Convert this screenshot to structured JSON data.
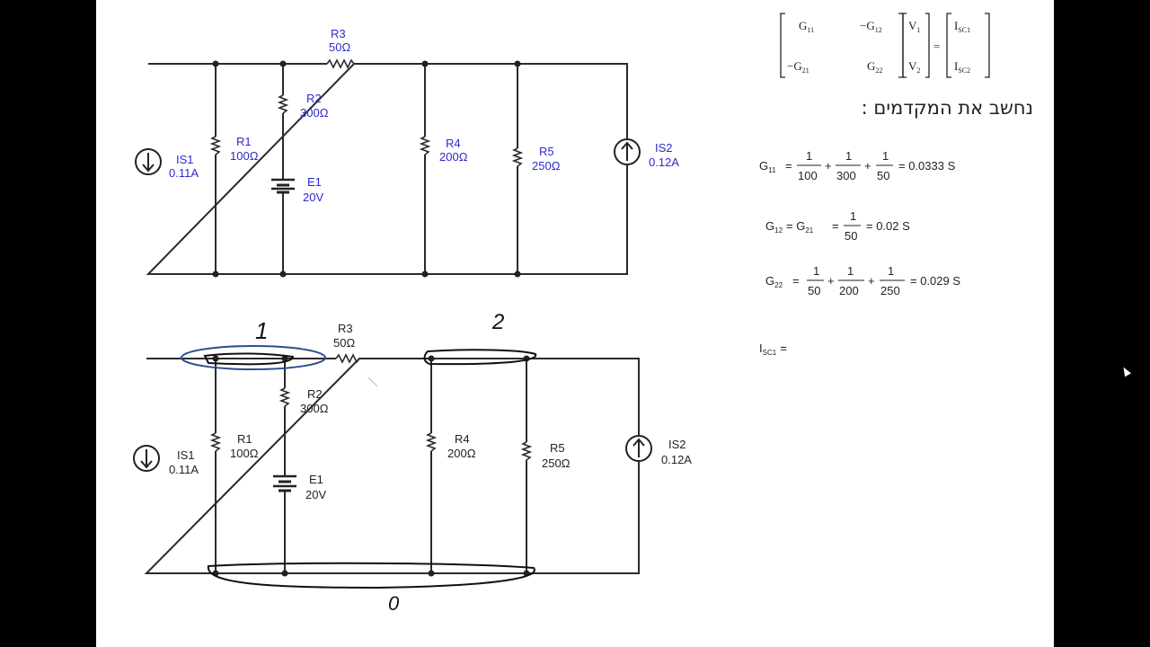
{
  "heading": "נחשב את המקדמים :",
  "circuit_top": {
    "r3": {
      "name": "R3",
      "value": "50Ω"
    },
    "r2": {
      "name": "R2",
      "value": "300Ω"
    },
    "r1": {
      "name": "R1",
      "value": "100Ω"
    },
    "r4": {
      "name": "R4",
      "value": "200Ω"
    },
    "r5": {
      "name": "R5",
      "value": "250Ω"
    },
    "is1": {
      "name": "IS1",
      "value": "0.11A"
    },
    "is2": {
      "name": "IS2",
      "value": "0.12A"
    },
    "e1": {
      "name": "E1",
      "value": "20V"
    }
  },
  "circuit_bottom": {
    "r3": {
      "name": "R3",
      "value": "50Ω"
    },
    "r2": {
      "name": "R2",
      "value": "300Ω"
    },
    "r1": {
      "name": "R1",
      "value": "100Ω"
    },
    "r4": {
      "name": "R4",
      "value": "200Ω"
    },
    "r5": {
      "name": "R5",
      "value": "250Ω"
    },
    "is1": {
      "name": "IS1",
      "value": "0.11A"
    },
    "is2": {
      "name": "IS2",
      "value": "0.12A"
    },
    "e1": {
      "name": "E1",
      "value": "20V"
    },
    "node_labels": [
      "1",
      "2",
      "0"
    ]
  },
  "matrix": {
    "g11": "G",
    "g11_sub": "11",
    "g12": "−G",
    "g12_sub": "12",
    "g21": "−G",
    "g21_sub": "21",
    "g22": "G",
    "g22_sub": "22",
    "v1": "V",
    "v1_sub": "1",
    "v2": "V",
    "v2_sub": "2",
    "eq": "=",
    "isc1": "I",
    "isc1_sub": "SC1",
    "isc2": "I",
    "isc2_sub": "SC2"
  },
  "eq_g11": {
    "lhs": "G",
    "lhs_sub": "11",
    "eq": "=",
    "fracs": [
      {
        "num": "1",
        "den": "100"
      },
      {
        "num": "1",
        "den": "300"
      },
      {
        "num": "1",
        "den": "50"
      }
    ],
    "plus": "+",
    "result": "= 0.0333 S"
  },
  "eq_g12": {
    "lhs": "G",
    "lhs_sub": "12",
    "mid": "= G",
    "mid_sub": "21",
    "eq": "=",
    "frac": {
      "num": "1",
      "den": "50"
    },
    "result": "= 0.02 S"
  },
  "eq_g22": {
    "lhs": "G",
    "lhs_sub": "22",
    "eq": "=",
    "fracs": [
      {
        "num": "1",
        "den": "50"
      },
      {
        "num": "1",
        "den": "200"
      },
      {
        "num": "1",
        "den": "250"
      }
    ],
    "plus": "+",
    "result": "= 0.029 S"
  },
  "eq_isc1": {
    "lhs": "I",
    "lhs_sub": "SC1",
    "eq": "="
  }
}
